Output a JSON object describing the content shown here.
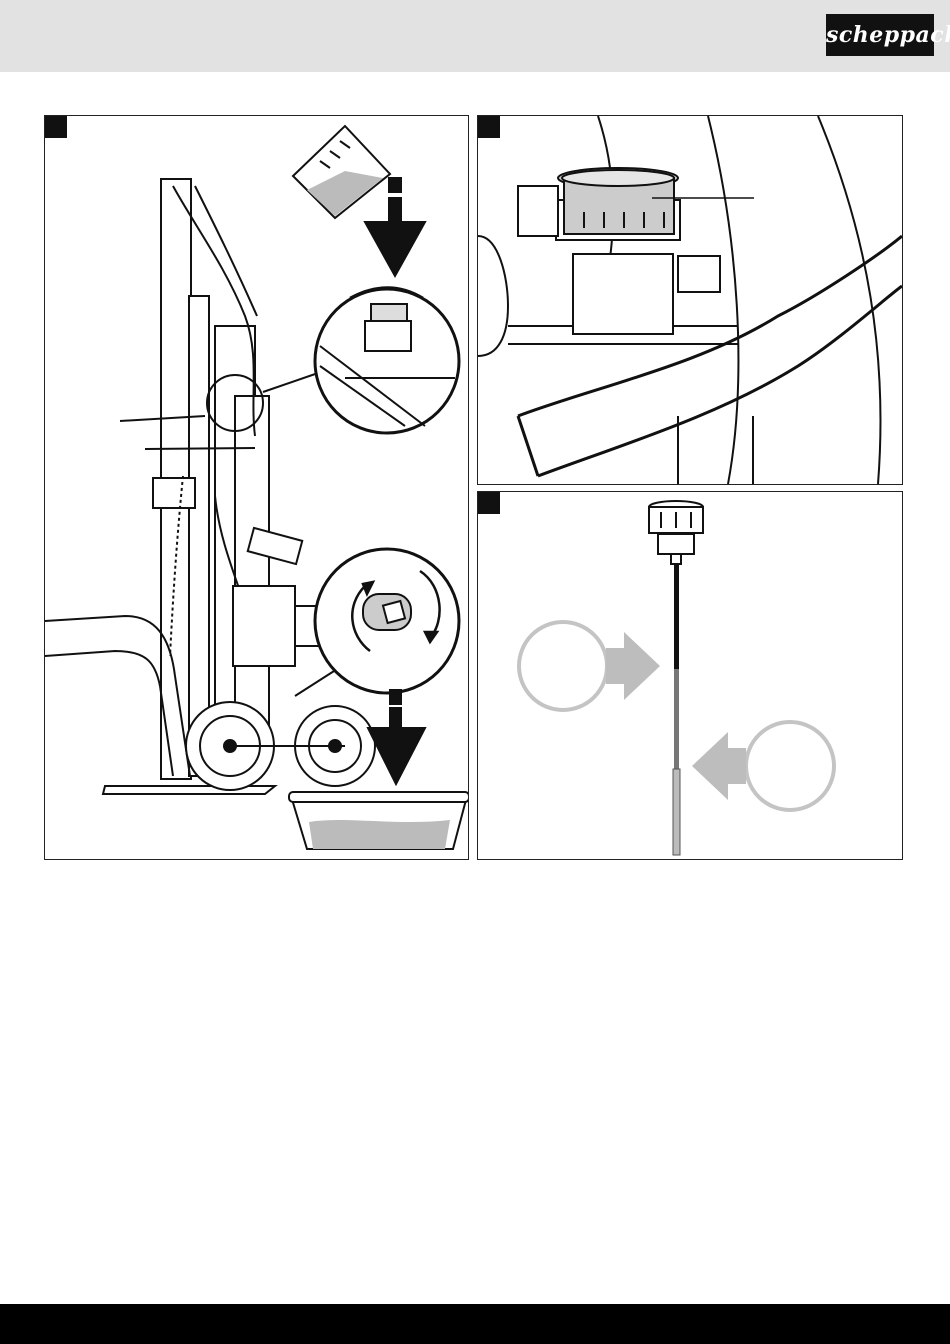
{
  "brand": {
    "logo_text": "scheppach"
  },
  "figures": [
    {
      "id": "fig-left",
      "marker": ""
    },
    {
      "id": "fig-top-right",
      "marker": ""
    },
    {
      "id": "fig-bottom-right",
      "marker": ""
    }
  ],
  "colors": {
    "topbar": "#e2e2e2",
    "footer": "#000000",
    "ink": "#111111",
    "gray_arrow": "#bdbdbd"
  },
  "icons": [
    "measuring-cup-icon",
    "down-arrow-icon",
    "rotate-arrows-icon",
    "oil-tray-icon",
    "dipstick-icon",
    "right-arrow-icon",
    "left-arrow-icon"
  ]
}
